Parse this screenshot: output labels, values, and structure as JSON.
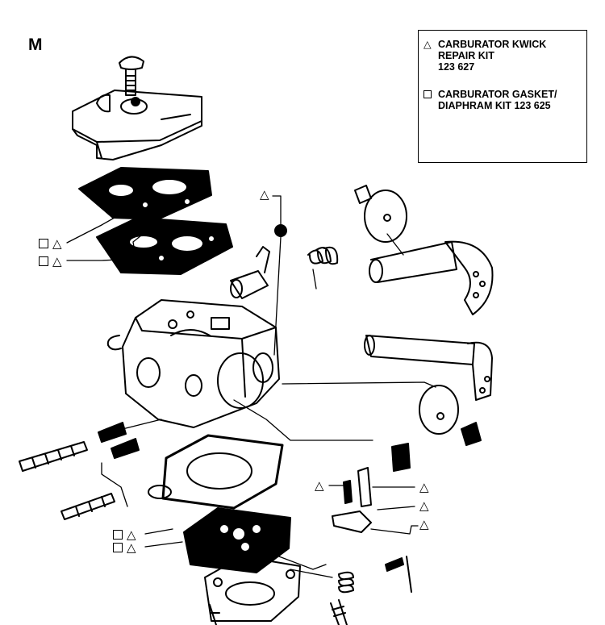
{
  "section_letter": "M",
  "legend": {
    "items": [
      {
        "symbol": "△",
        "text": "CARBURATOR KWICK\nREPAIR KIT\n123 627"
      },
      {
        "symbol": "□",
        "text": "CARBURATOR GASKET/\nDIAPHRAM KIT 123 625"
      }
    ]
  },
  "markers": {
    "triangle": "△"
  },
  "colors": {
    "ink": "#000000",
    "paper": "#ffffff"
  }
}
